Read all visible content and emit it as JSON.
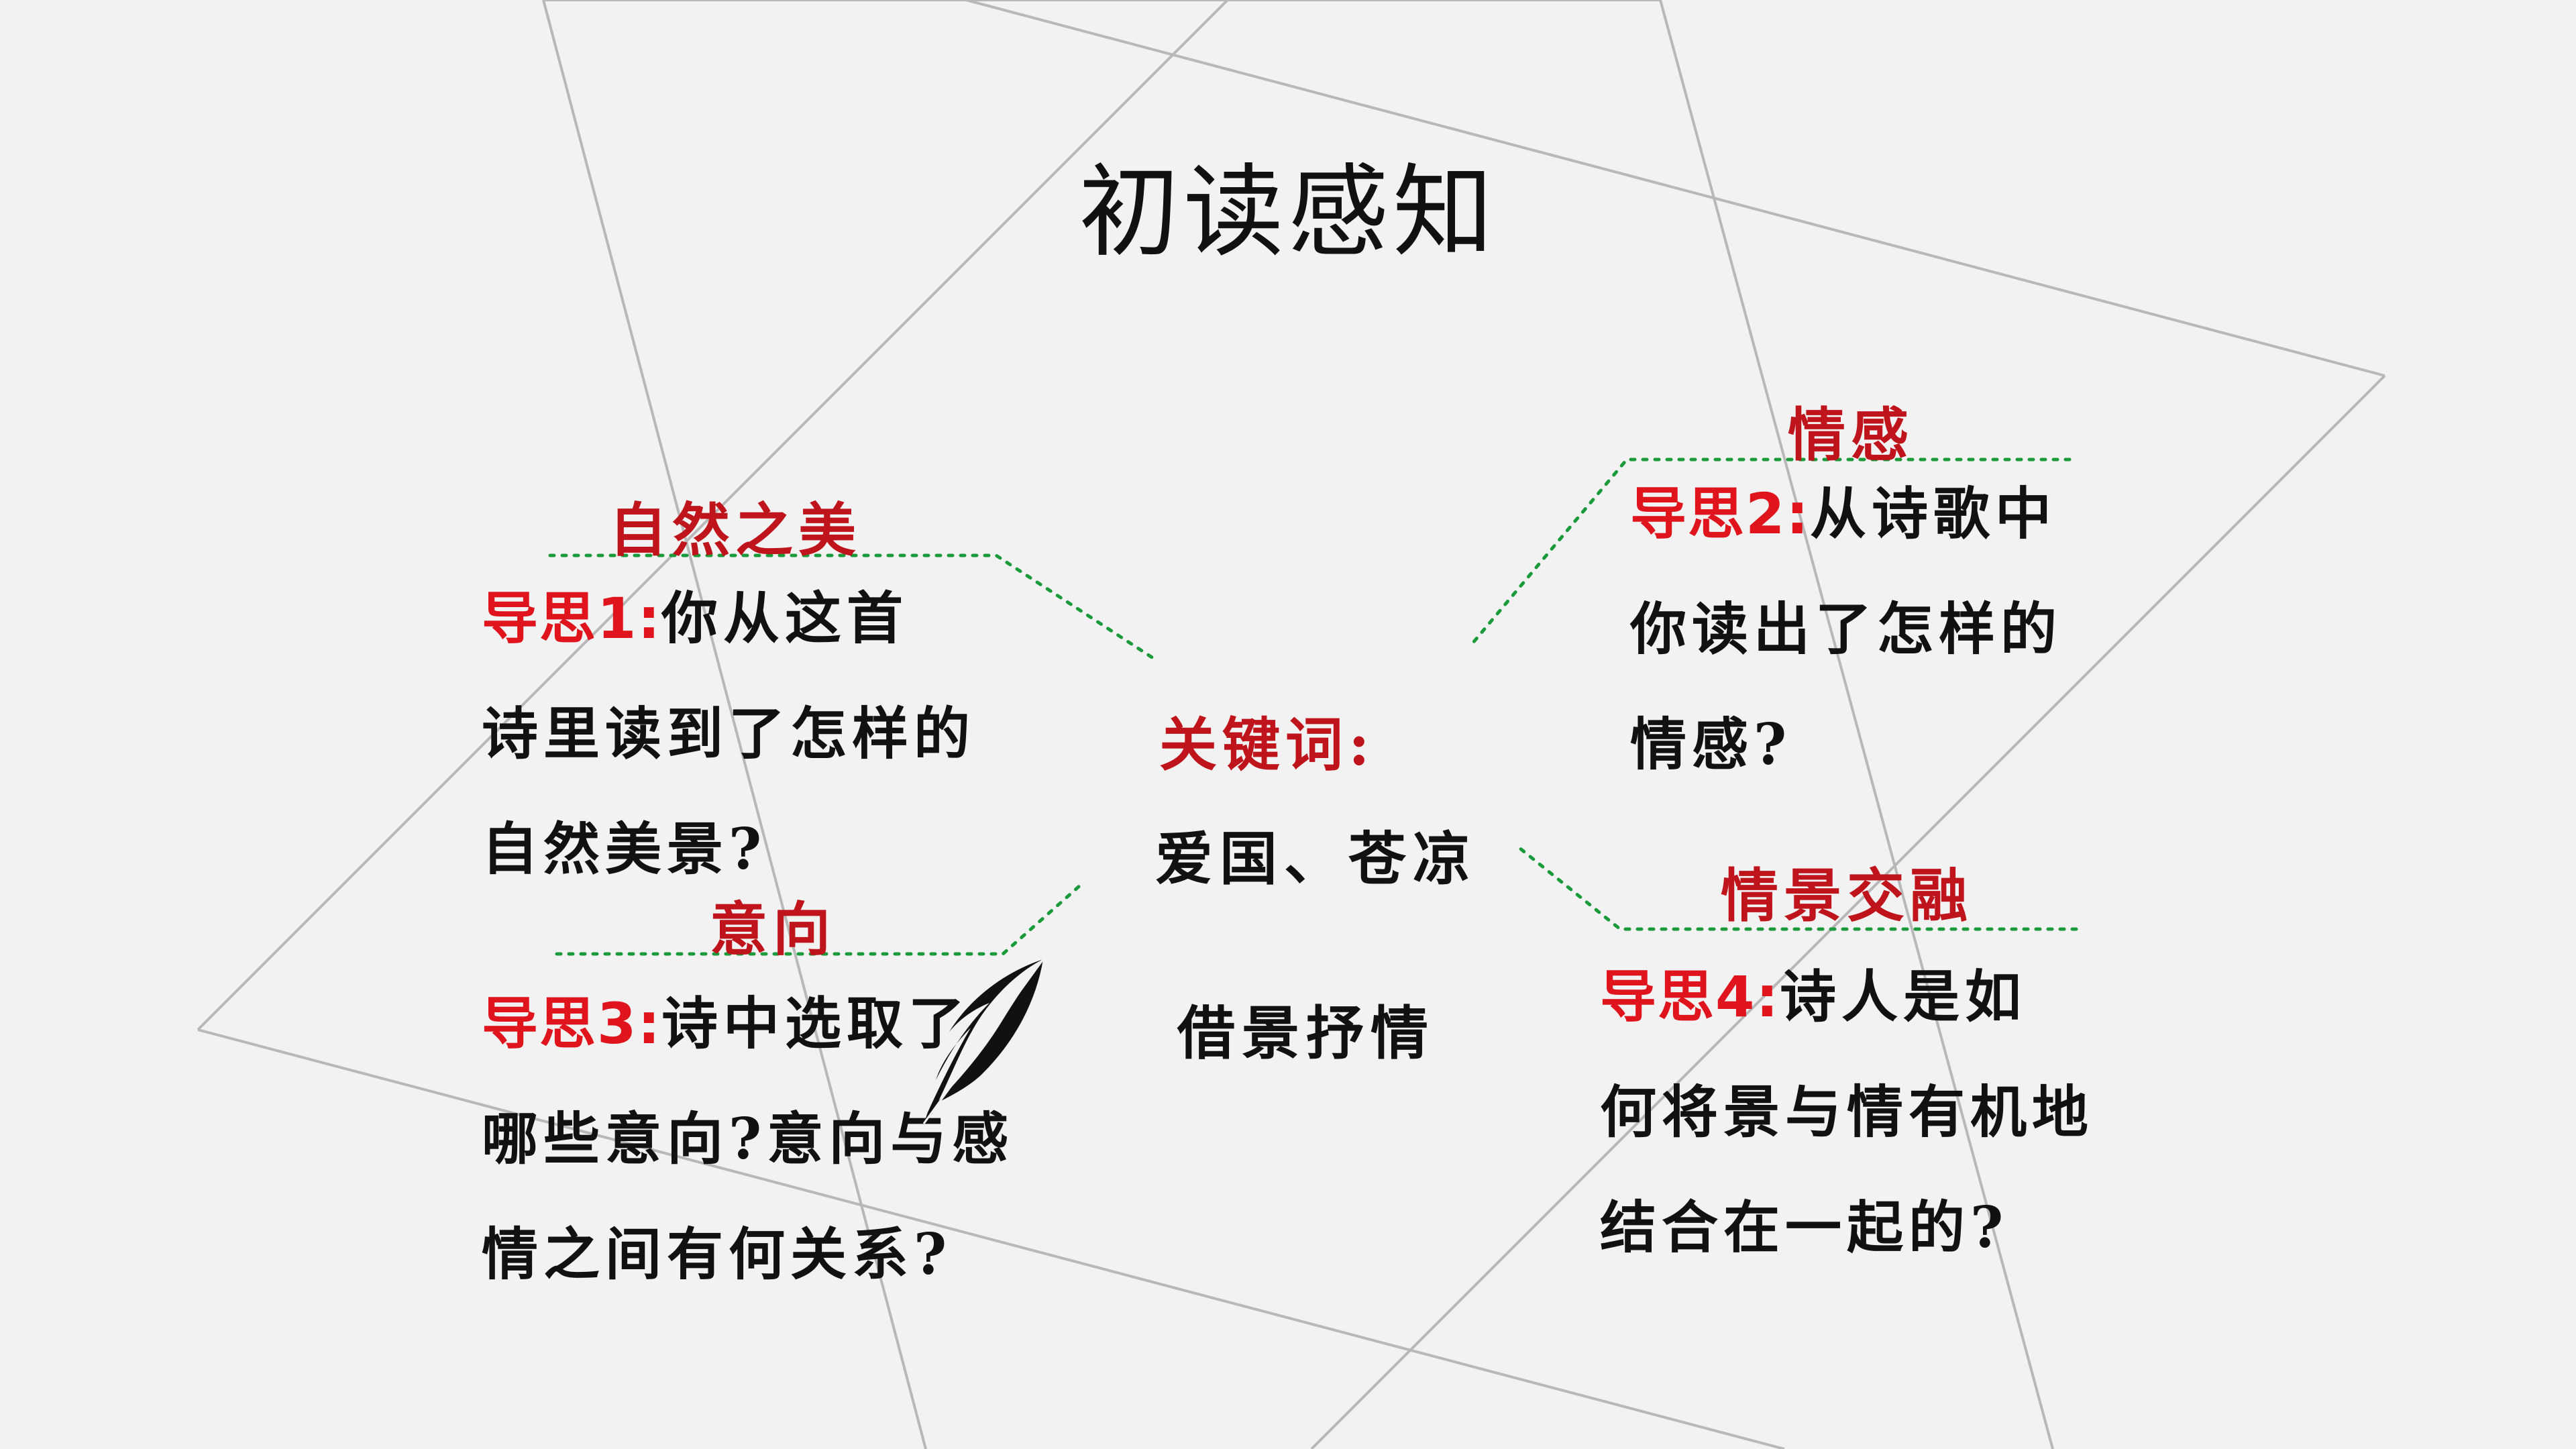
{
  "title": "初读感知",
  "center": {
    "keyword_label": "关键词:",
    "keyword_line1": "爱国、苍凉",
    "keyword_line2": "借景抒情"
  },
  "q1": {
    "label": "自然之美",
    "prefix": "导思1:",
    "line1": "你从这首",
    "line2": "诗里读到了怎样的",
    "line3": "自然美景?"
  },
  "q2": {
    "label": "情感",
    "prefix": "导思2:",
    "line1": "从诗歌中",
    "line2": "你读出了怎样的",
    "line3": "情感?"
  },
  "q3": {
    "label": "意向",
    "prefix": "导思3:",
    "line1": "诗中选取了",
    "line2": "哪些意向?意向与感",
    "line3": "情之间有何关系?"
  },
  "q4": {
    "label": "情景交融",
    "prefix": "导思4:",
    "line1": "诗人是如",
    "line2": "何将景与情有机地",
    "line3": "结合在一起的?"
  },
  "icons": {
    "feather": "feather-quill-icon"
  },
  "colors": {
    "background": "#f2f2f2",
    "accent_red": "#c0141c",
    "dotted_green": "#1a9a3a",
    "frame_lines": "#b8b8b8"
  }
}
